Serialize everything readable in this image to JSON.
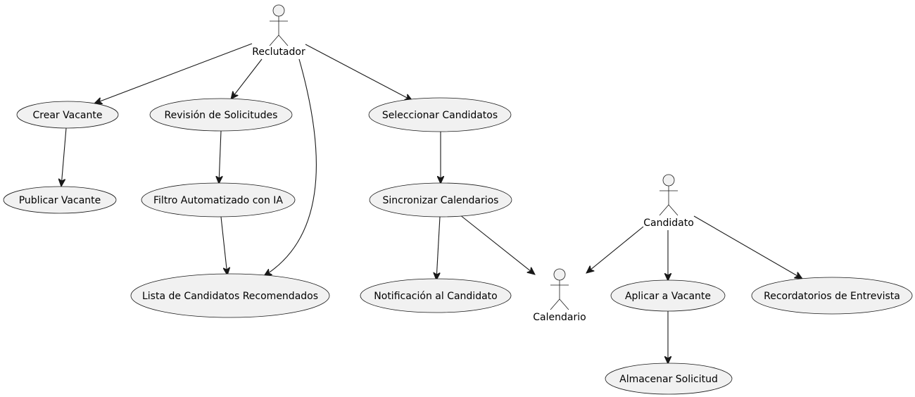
{
  "actors": [
    {
      "id": "reclutador",
      "label": "Reclutador"
    },
    {
      "id": "candidato",
      "label": "Candidato"
    },
    {
      "id": "calendario",
      "label": "Calendario"
    }
  ],
  "use_cases": [
    {
      "id": "crear-vacante",
      "label": "Crear Vacante"
    },
    {
      "id": "publicar-vacante",
      "label": "Publicar Vacante"
    },
    {
      "id": "revision-solicitudes",
      "label": "Revisión de Solicitudes"
    },
    {
      "id": "filtro-ia",
      "label": "Filtro Automatizado con IA"
    },
    {
      "id": "lista-recomendados",
      "label": "Lista de Candidatos Recomendados"
    },
    {
      "id": "seleccionar-candidatos",
      "label": "Seleccionar Candidatos"
    },
    {
      "id": "sincronizar-calendarios",
      "label": "Sincronizar Calendarios"
    },
    {
      "id": "notificacion-candidato",
      "label": "Notificación al Candidato"
    },
    {
      "id": "aplicar-vacante",
      "label": "Aplicar a Vacante"
    },
    {
      "id": "almacenar-solicitud",
      "label": "Almacenar Solicitud"
    },
    {
      "id": "recordatorios-entrevista",
      "label": "Recordatorios de Entrevista"
    }
  ],
  "relations": [
    {
      "from": "reclutador",
      "to": "crear-vacante"
    },
    {
      "from": "reclutador",
      "to": "revision-solicitudes"
    },
    {
      "from": "reclutador",
      "to": "lista-recomendados"
    },
    {
      "from": "reclutador",
      "to": "seleccionar-candidatos"
    },
    {
      "from": "crear-vacante",
      "to": "publicar-vacante"
    },
    {
      "from": "revision-solicitudes",
      "to": "filtro-ia"
    },
    {
      "from": "filtro-ia",
      "to": "lista-recomendados"
    },
    {
      "from": "seleccionar-candidatos",
      "to": "sincronizar-calendarios"
    },
    {
      "from": "sincronizar-calendarios",
      "to": "notificacion-candidato"
    },
    {
      "from": "sincronizar-calendarios",
      "to": "calendario"
    },
    {
      "from": "candidato",
      "to": "calendario"
    },
    {
      "from": "candidato",
      "to": "aplicar-vacante"
    },
    {
      "from": "candidato",
      "to": "recordatorios-entrevista"
    },
    {
      "from": "aplicar-vacante",
      "to": "almacenar-solicitud"
    }
  ]
}
